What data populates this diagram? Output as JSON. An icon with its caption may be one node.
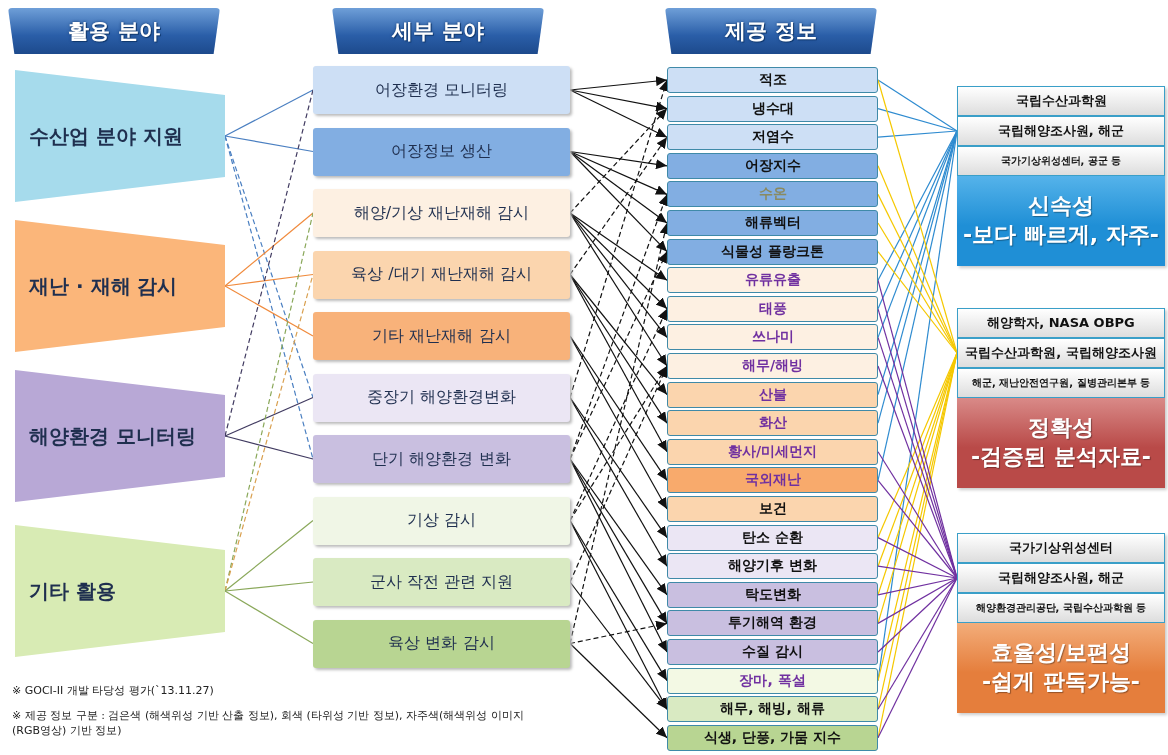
{
  "diagram": {
    "nodes": [
      {
        "text": [
          "활용 분야"
        ]
      },
      {
        "text": [
          "세부 분야"
        ]
      },
      {
        "text": [
          "제공 정보"
        ]
      },
      {
        "text": [
          "수산업 분야 지원"
        ]
      },
      {
        "text": [
          "재난 · 재해 감시"
        ]
      },
      {
        "text": [
          "해양환경 모니터링"
        ]
      },
      {
        "text": [
          "기타 활용"
        ]
      },
      {
        "text": [
          "어장환경 모니터링"
        ]
      },
      {
        "text": [
          "어장정보 생산"
        ]
      },
      {
        "text": [
          "해양/기상 재난재해 감시"
        ]
      },
      {
        "text": [
          "육상 /대기 재난재해 감시"
        ]
      },
      {
        "text": [
          "기타 재난재해 감시"
        ]
      },
      {
        "text": [
          "중장기 해양환경변화"
        ]
      },
      {
        "text": [
          "단기 해양환경 변화"
        ]
      },
      {
        "text": [
          "기상 감시"
        ]
      },
      {
        "text": [
          "군사 작전 관련 지원"
        ]
      },
      {
        "text": [
          "육상 변화 감시"
        ]
      },
      {
        "text": [
          "적조"
        ]
      },
      {
        "text": [
          "냉수대"
        ]
      },
      {
        "text": [
          "저염수"
        ]
      },
      {
        "text": [
          "어장지수"
        ]
      },
      {
        "text": [
          "수온"
        ]
      },
      {
        "text": [
          "해류벡터"
        ]
      },
      {
        "text": [
          "식물성 플랑크톤"
        ]
      },
      {
        "text": [
          "유류유출"
        ]
      },
      {
        "text": [
          "태풍"
        ]
      },
      {
        "text": [
          "쓰나미"
        ]
      },
      {
        "text": [
          "해무/해빙"
        ]
      },
      {
        "text": [
          "산불"
        ]
      },
      {
        "text": [
          "화산"
        ]
      },
      {
        "text": [
          "황사/미세먼지"
        ]
      },
      {
        "text": [
          "국외재난"
        ]
      },
      {
        "text": [
          "보건"
        ]
      },
      {
        "text": [
          "탄소 순환"
        ]
      },
      {
        "text": [
          "해양기후 변화"
        ]
      },
      {
        "text": [
          "탁도변화"
        ]
      },
      {
        "text": [
          "투기해역 환경"
        ]
      },
      {
        "text": [
          "수질 감시"
        ]
      },
      {
        "text": [
          "장마, 폭설"
        ]
      },
      {
        "text": [
          "해무, 해빙, 해류"
        ]
      },
      {
        "text": [
          "식생, 단풍, 가뭄 지수"
        ]
      },
      {
        "text": [],
        "shape": "box"
      },
      {
        "text": [
          "국립수산과학원"
        ],
        "in": 41
      },
      {
        "text": [
          "국립해양조사원, 해군"
        ],
        "in": 41
      },
      {
        "text": [
          "국가기상위성센터, 공군 등"
        ],
        "in": 41
      },
      {
        "text": [
          "신속성",
          "-보다 빠르게, 자주-"
        ],
        "in": 41
      },
      {
        "text": [],
        "shape": "box"
      },
      {
        "text": [
          "해양학자, NASA OBPG"
        ],
        "in": 46
      },
      {
        "text": [
          "국립수산과학원, 국립해양조사원"
        ],
        "in": 46
      },
      {
        "text": [
          "해군, 재난안전연구원, 질병관리본부 등"
        ],
        "in": 46
      },
      {
        "text": [
          "정확성",
          "-검증된 분석자료-"
        ],
        "in": 46
      },
      {
        "text": [],
        "shape": "box"
      },
      {
        "text": [
          "국가기상위성센터"
        ],
        "in": 51
      },
      {
        "text": [
          "국립해양조사원, 해군"
        ],
        "in": 51
      },
      {
        "text": [
          "해양환경관리공단, 국립수산과학원 등"
        ],
        "in": 51
      },
      {
        "text": [
          "효율성/보편성",
          "-쉽게 판독가능-"
        ],
        "in": 51
      }
    ],
    "edges": [
      {
        "from": 3,
        "to": 7,
        "arrow": "none",
        "color": "#4a7fc1"
      },
      {
        "from": 3,
        "to": 8,
        "arrow": "none",
        "color": "#4a7fc1"
      },
      {
        "from": 3,
        "to": 12,
        "arrow": "none",
        "style": "dashed",
        "color": "#4a7fc1"
      },
      {
        "from": 3,
        "to": 13,
        "arrow": "none",
        "style": "dashed",
        "color": "#4a7fc1"
      },
      {
        "from": 4,
        "to": 9,
        "arrow": "none",
        "color": "#f08a3c"
      },
      {
        "from": 4,
        "to": 10,
        "arrow": "none",
        "color": "#f08a3c"
      },
      {
        "from": 4,
        "to": 11,
        "arrow": "none",
        "color": "#f08a3c"
      },
      {
        "from": 5,
        "to": 7,
        "arrow": "none",
        "style": "dashed",
        "color": "#403a60"
      },
      {
        "from": 5,
        "to": 12,
        "arrow": "none",
        "color": "#403a60"
      },
      {
        "from": 5,
        "to": 13,
        "arrow": "none",
        "color": "#403a60"
      },
      {
        "from": 6,
        "to": 9,
        "arrow": "none",
        "style": "dashed",
        "color": "#8aa85a"
      },
      {
        "from": 6,
        "to": 10,
        "arrow": "none",
        "style": "dashed",
        "color": "#d9a050"
      },
      {
        "from": 6,
        "to": 14,
        "arrow": "none",
        "color": "#8aa85a"
      },
      {
        "from": 6,
        "to": 15,
        "arrow": "none",
        "color": "#8aa85a"
      },
      {
        "from": 6,
        "to": 16,
        "arrow": "none",
        "color": "#8aa85a"
      },
      {
        "from": 7,
        "to": 17,
        "arrow": "to"
      },
      {
        "from": 7,
        "to": 18,
        "arrow": "to"
      },
      {
        "from": 7,
        "to": 19,
        "arrow": "to"
      },
      {
        "from": 8,
        "to": 20,
        "arrow": "to"
      },
      {
        "from": 8,
        "to": 21,
        "arrow": "to"
      },
      {
        "from": 8,
        "to": 22,
        "arrow": "to"
      },
      {
        "from": 8,
        "to": 23,
        "arrow": "to"
      },
      {
        "from": 9,
        "to": 24,
        "arrow": "to"
      },
      {
        "from": 9,
        "to": 25,
        "arrow": "to"
      },
      {
        "from": 9,
        "to": 26,
        "arrow": "to"
      },
      {
        "from": 9,
        "to": 27,
        "arrow": "to"
      },
      {
        "from": 10,
        "to": 28,
        "arrow": "to"
      },
      {
        "from": 10,
        "to": 29,
        "arrow": "to"
      },
      {
        "from": 10,
        "to": 30,
        "arrow": "to"
      },
      {
        "from": 11,
        "to": 31,
        "arrow": "to"
      },
      {
        "from": 11,
        "to": 32,
        "arrow": "to"
      },
      {
        "from": 12,
        "to": 33,
        "arrow": "to"
      },
      {
        "from": 12,
        "to": 34,
        "arrow": "to"
      },
      {
        "from": 13,
        "to": 35,
        "arrow": "to"
      },
      {
        "from": 13,
        "to": 36,
        "arrow": "to"
      },
      {
        "from": 13,
        "to": 37,
        "arrow": "to"
      },
      {
        "from": 14,
        "to": 38,
        "arrow": "to"
      },
      {
        "from": 14,
        "to": 39,
        "arrow": "to"
      },
      {
        "from": 15,
        "to": 39,
        "arrow": "to"
      },
      {
        "from": 16,
        "to": 40,
        "arrow": "to"
      },
      {
        "from": 9,
        "to": 18,
        "arrow": "to",
        "style": "dashed"
      },
      {
        "from": 10,
        "to": 19,
        "arrow": "to",
        "style": "dashed"
      },
      {
        "from": 12,
        "to": 17,
        "arrow": "to",
        "style": "dashed"
      },
      {
        "from": 13,
        "to": 21,
        "arrow": "to",
        "style": "dashed"
      },
      {
        "from": 13,
        "to": 23,
        "arrow": "to",
        "style": "dashed"
      },
      {
        "from": 14,
        "to": 25,
        "arrow": "to",
        "style": "dashed"
      },
      {
        "from": 14,
        "to": 27,
        "arrow": "to",
        "style": "dashed"
      },
      {
        "from": 15,
        "to": 27,
        "arrow": "to",
        "style": "dashed"
      },
      {
        "from": 16,
        "to": 22,
        "arrow": "to",
        "style": "dashed"
      },
      {
        "from": 16,
        "to": 36,
        "arrow": "to",
        "style": "dashed"
      },
      {
        "from": 17,
        "to": 41,
        "arrow": "none",
        "color": "#2e8bd0"
      },
      {
        "from": 18,
        "to": 41,
        "arrow": "none",
        "color": "#2e8bd0"
      },
      {
        "from": 19,
        "to": 41,
        "arrow": "none",
        "color": "#2e8bd0"
      },
      {
        "from": 24,
        "to": 41,
        "arrow": "none",
        "color": "#2e8bd0"
      },
      {
        "from": 25,
        "to": 41,
        "arrow": "none",
        "color": "#2e8bd0"
      },
      {
        "from": 26,
        "to": 41,
        "arrow": "none",
        "color": "#2e8bd0"
      },
      {
        "from": 28,
        "to": 41,
        "arrow": "none",
        "color": "#2e8bd0"
      },
      {
        "from": 29,
        "to": 41,
        "arrow": "none",
        "color": "#2e8bd0"
      },
      {
        "from": 31,
        "to": 41,
        "arrow": "none",
        "color": "#2e8bd0"
      },
      {
        "from": 38,
        "to": 41,
        "arrow": "none",
        "color": "#2e8bd0"
      },
      {
        "from": 17,
        "to": 46,
        "arrow": "none",
        "color": "#f5c800"
      },
      {
        "from": 20,
        "to": 46,
        "arrow": "none",
        "color": "#f5c800"
      },
      {
        "from": 21,
        "to": 46,
        "arrow": "none",
        "color": "#f5c800"
      },
      {
        "from": 22,
        "to": 46,
        "arrow": "none",
        "color": "#f5c800"
      },
      {
        "from": 23,
        "to": 46,
        "arrow": "none",
        "color": "#f5c800"
      },
      {
        "from": 33,
        "to": 46,
        "arrow": "none",
        "color": "#f5c800"
      },
      {
        "from": 34,
        "to": 46,
        "arrow": "none",
        "color": "#f5c800"
      },
      {
        "from": 35,
        "to": 46,
        "arrow": "none",
        "color": "#f5c800"
      },
      {
        "from": 36,
        "to": 46,
        "arrow": "none",
        "color": "#f5c800"
      },
      {
        "from": 38,
        "to": 46,
        "arrow": "none",
        "color": "#f5c800"
      },
      {
        "from": 39,
        "to": 46,
        "arrow": "none",
        "color": "#f5c800"
      },
      {
        "from": 40,
        "to": 46,
        "arrow": "none",
        "color": "#f5c800"
      },
      {
        "from": 24,
        "to": 51,
        "arrow": "none",
        "color": "#7030a0"
      },
      {
        "from": 25,
        "to": 51,
        "arrow": "none",
        "color": "#7030a0"
      },
      {
        "from": 26,
        "to": 51,
        "arrow": "none",
        "color": "#7030a0"
      },
      {
        "from": 27,
        "to": 51,
        "arrow": "none",
        "color": "#7030a0"
      },
      {
        "from": 30,
        "to": 51,
        "arrow": "none",
        "color": "#7030a0"
      },
      {
        "from": 31,
        "to": 51,
        "arrow": "none",
        "color": "#7030a0"
      },
      {
        "from": 33,
        "to": 51,
        "arrow": "none",
        "color": "#7030a0"
      },
      {
        "from": 34,
        "to": 51,
        "arrow": "none",
        "color": "#7030a0"
      },
      {
        "from": 35,
        "to": 51,
        "arrow": "none",
        "color": "#7030a0"
      },
      {
        "from": 36,
        "to": 51,
        "arrow": "none",
        "color": "#7030a0"
      },
      {
        "from": 37,
        "to": 51,
        "arrow": "none",
        "color": "#7030a0"
      },
      {
        "from": 39,
        "to": 51,
        "arrow": "none",
        "color": "#7030a0"
      },
      {
        "from": 40,
        "to": 51,
        "arrow": "none",
        "color": "#7030a0"
      }
    ],
    "labels": [
      "※ GOCI-II 개발 타당성 평가(`13.11.27)",
      "※ 제공 정보 구분 : 검은색 (해색위성 기반 산출 정보), 회색 (타위성 기반 정보), 자주색(해색위성 이미지(RGB영상) 기반 정보)"
    ]
  }
}
